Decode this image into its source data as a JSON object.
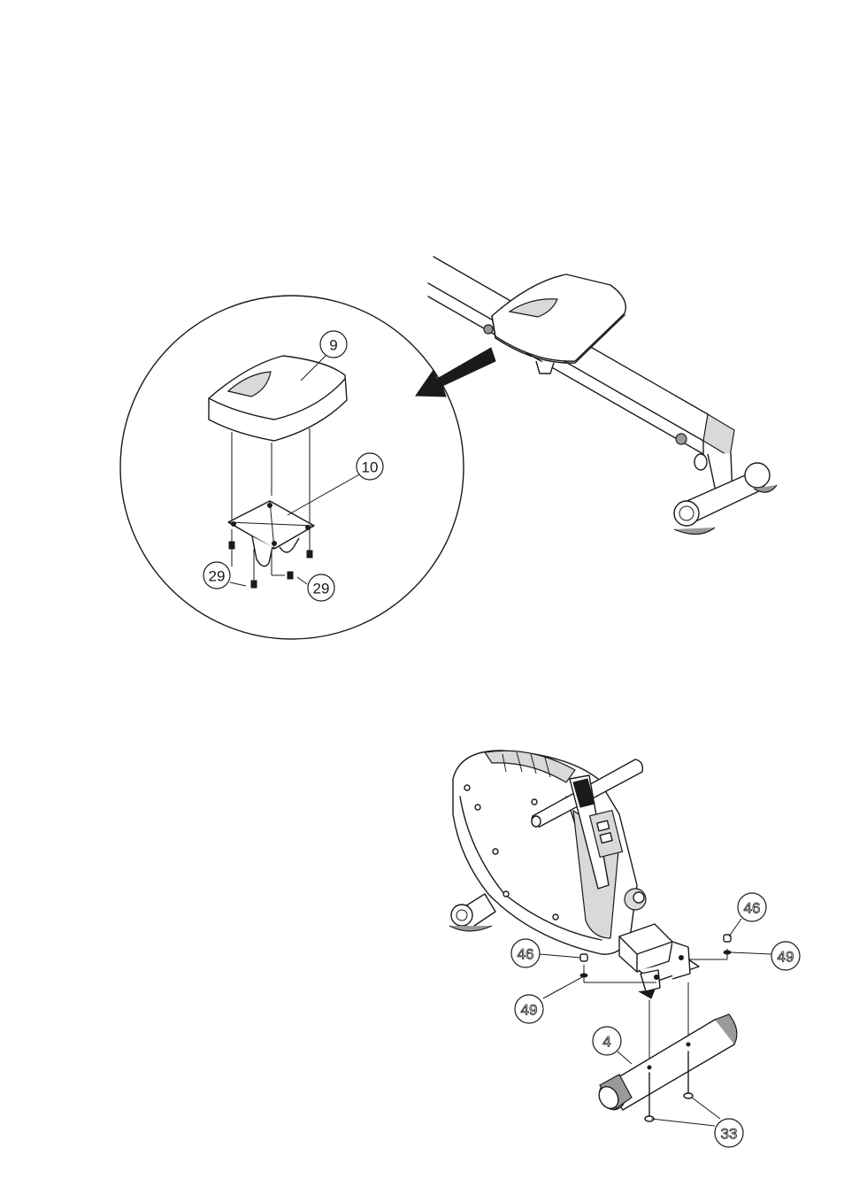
{
  "top_figure": {
    "callouts": [
      {
        "id": "seat",
        "label": "9"
      },
      {
        "id": "seat-bracket",
        "label": "10"
      },
      {
        "id": "bolt-left",
        "label": "29"
      },
      {
        "id": "bolt-right",
        "label": "29"
      }
    ]
  },
  "bottom_figure": {
    "callouts": [
      {
        "id": "cap-nut-left",
        "label": "46"
      },
      {
        "id": "washer-left",
        "label": "49"
      },
      {
        "id": "cap-nut-right",
        "label": "46"
      },
      {
        "id": "washer-right",
        "label": "49"
      },
      {
        "id": "front-stabilizer",
        "label": "4"
      },
      {
        "id": "carriage-bolts",
        "label": "33"
      }
    ]
  }
}
